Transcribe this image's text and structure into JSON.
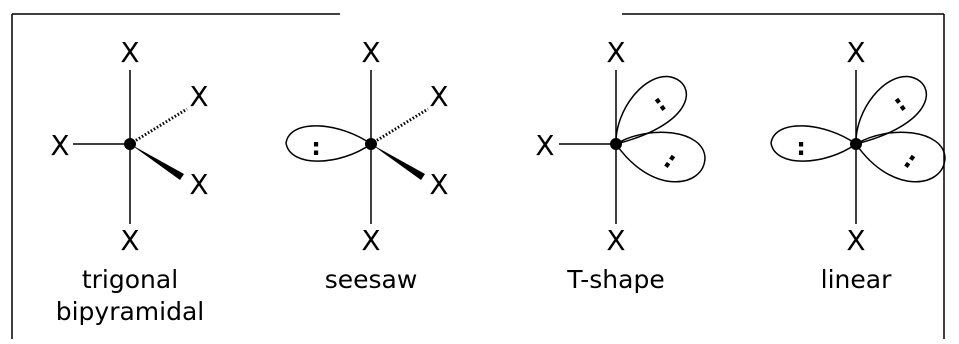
{
  "atom_symbol": "X",
  "lone_pair_glyph": ":",
  "geometries": [
    {
      "label_line1": "trigonal",
      "label_line2": "bipyramidal"
    },
    {
      "label_line1": "seesaw"
    },
    {
      "label_line1": "T-shape"
    },
    {
      "label_line1": "linear"
    }
  ]
}
